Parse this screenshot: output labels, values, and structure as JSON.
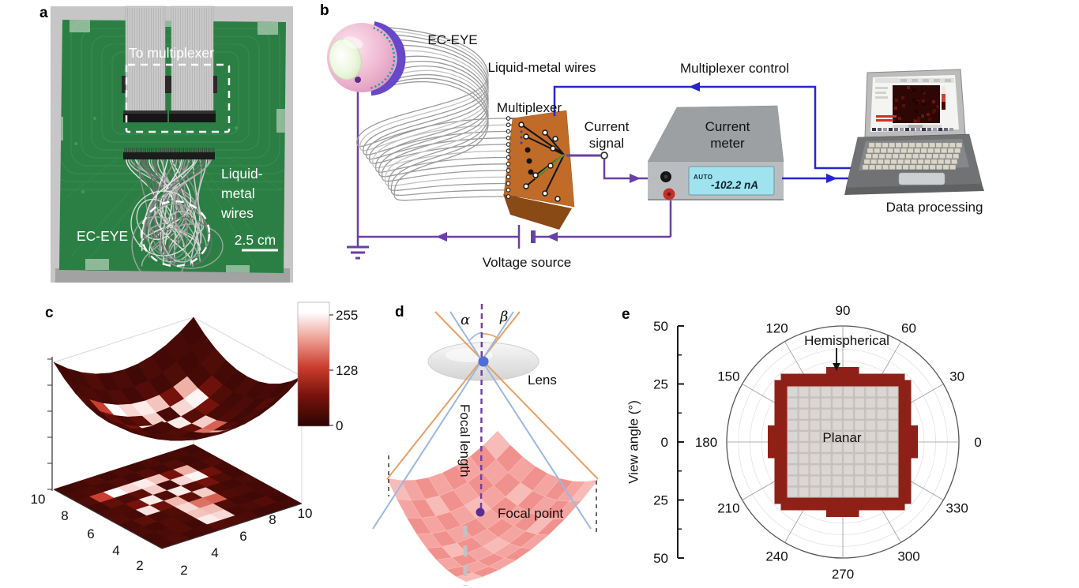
{
  "figure": {
    "background": "#ffffff",
    "panels": {
      "a": {
        "letter": "a",
        "labels": {
          "to_multiplexer": "To multiplexer",
          "liquid_metal_lines": [
            "Liquid-",
            "metal",
            "wires"
          ],
          "ec_eye": "EC-EYE",
          "scale_bar": "2.5 cm"
        }
      },
      "b": {
        "letter": "b",
        "labels": {
          "ec_eye": "EC-EYE",
          "liquid_metal_wires": "Liquid-metal wires",
          "multiplexer": "Multiplexer",
          "current_signal_lines": [
            "Current",
            "signal"
          ],
          "multiplexer_control": "Multiplexer control",
          "current_meter_lines": [
            "Current",
            "meter"
          ],
          "data_processing": "Data processing",
          "voltage_source": "Voltage source"
        },
        "meter_display": {
          "mode": "AUTO",
          "reading": "-102.2 nA"
        }
      },
      "c": {
        "letter": "c"
      },
      "d": {
        "letter": "d",
        "labels": {
          "alpha": "α",
          "beta": "β",
          "lens": "Lens",
          "focal_length": "Focal length",
          "focal_point": "Focal point"
        }
      },
      "e": {
        "letter": "e",
        "labels": {
          "y_axis": "View angle (°)",
          "hemispherical": "Hemispherical",
          "planar": "Planar"
        }
      }
    }
  },
  "chart_data": [
    {
      "id": "panel_c",
      "type": "heatmap",
      "grid_size": [
        10,
        10
      ],
      "left_axis_ticks": [
        10,
        8,
        6,
        4,
        2
      ],
      "right_axis_ticks": [
        2,
        4,
        6,
        8,
        10
      ],
      "colorbar_ticks": [
        255,
        128,
        0
      ],
      "value_range": [
        0,
        255
      ],
      "colormap_stops": [
        [
          0,
          "#2a0503"
        ],
        [
          0.25,
          "#7a130c"
        ],
        [
          0.5,
          "#c83b2b"
        ],
        [
          0.72,
          "#ea9a8e"
        ],
        [
          0.92,
          "#ffffff"
        ],
        [
          1,
          "#ffffff"
        ]
      ],
      "values": [
        [
          18,
          24,
          30,
          22,
          18,
          26,
          20,
          24,
          18,
          22
        ],
        [
          24,
          18,
          22,
          55,
          30,
          20,
          28,
          18,
          34,
          20
        ],
        [
          20,
          30,
          195,
          230,
          60,
          24,
          30,
          20,
          26,
          18
        ],
        [
          28,
          20,
          60,
          215,
          35,
          210,
          150,
          30,
          22,
          26
        ],
        [
          18,
          34,
          205,
          25,
          225,
          45,
          160,
          200,
          215,
          30
        ],
        [
          26,
          20,
          225,
          210,
          30,
          200,
          215,
          205,
          225,
          35
        ],
        [
          20,
          30,
          215,
          40,
          225,
          55,
          30,
          26,
          20,
          24
        ],
        [
          30,
          22,
          240,
          28,
          60,
          220,
          24,
          32,
          32,
          20
        ],
        [
          22,
          26,
          130,
          45,
          28,
          24,
          40,
          20,
          26,
          30
        ],
        [
          18,
          24,
          30,
          20,
          26,
          32,
          22,
          26,
          20,
          24
        ]
      ]
    },
    {
      "id": "panel_e",
      "type": "polar",
      "radial_axis_label": "View angle (°)",
      "radial_tick_labels": [
        "50",
        "25",
        "0",
        "25",
        "50"
      ],
      "radial_range_deg": [
        0,
        50
      ],
      "ring_step_deg": 5,
      "angle_labels": [
        "0",
        "30",
        "60",
        "90",
        "120",
        "150",
        "180",
        "210",
        "240",
        "270",
        "300",
        "330"
      ],
      "series": [
        {
          "name": "Hemispherical",
          "color": "#8e2017",
          "edge_half_width_deg": 30,
          "corner_max_radius_deg": 38.5,
          "cardinal_bump_radius_deg": 33,
          "cardinal_bump_half_width_deg": 7,
          "cell_size_deg": 2.8
        },
        {
          "name": "Planar",
          "color": "#dad6d3",
          "half_width_deg": 24,
          "grid": [
            10,
            10
          ]
        }
      ]
    }
  ],
  "colors": {
    "pcb_green": "#2c7f44",
    "photo_background": "#c6c6c6",
    "annotation_white": "#ffffff",
    "wire_purple": "#6a3fa6",
    "wire_blue": "#2626cd",
    "multiplexer_orange": "#c06b28",
    "meter_display_cyan": "#9fe3ee",
    "eye_pink": "#eeb3cd",
    "eye_iris_purple": "#6748c8",
    "eye_lens_green": "#dff0cc",
    "heatmap_dark_red": "#2a0503",
    "heatmap_red": "#c83b2b",
    "polar_red": "#8e2017",
    "polar_gray": "#dad6d3",
    "lens_ray_orange": "#e8a064",
    "lens_ray_blue": "#9ab8e0",
    "focal_purple": "#5b2d91",
    "retina_pink": "#f2928e"
  }
}
